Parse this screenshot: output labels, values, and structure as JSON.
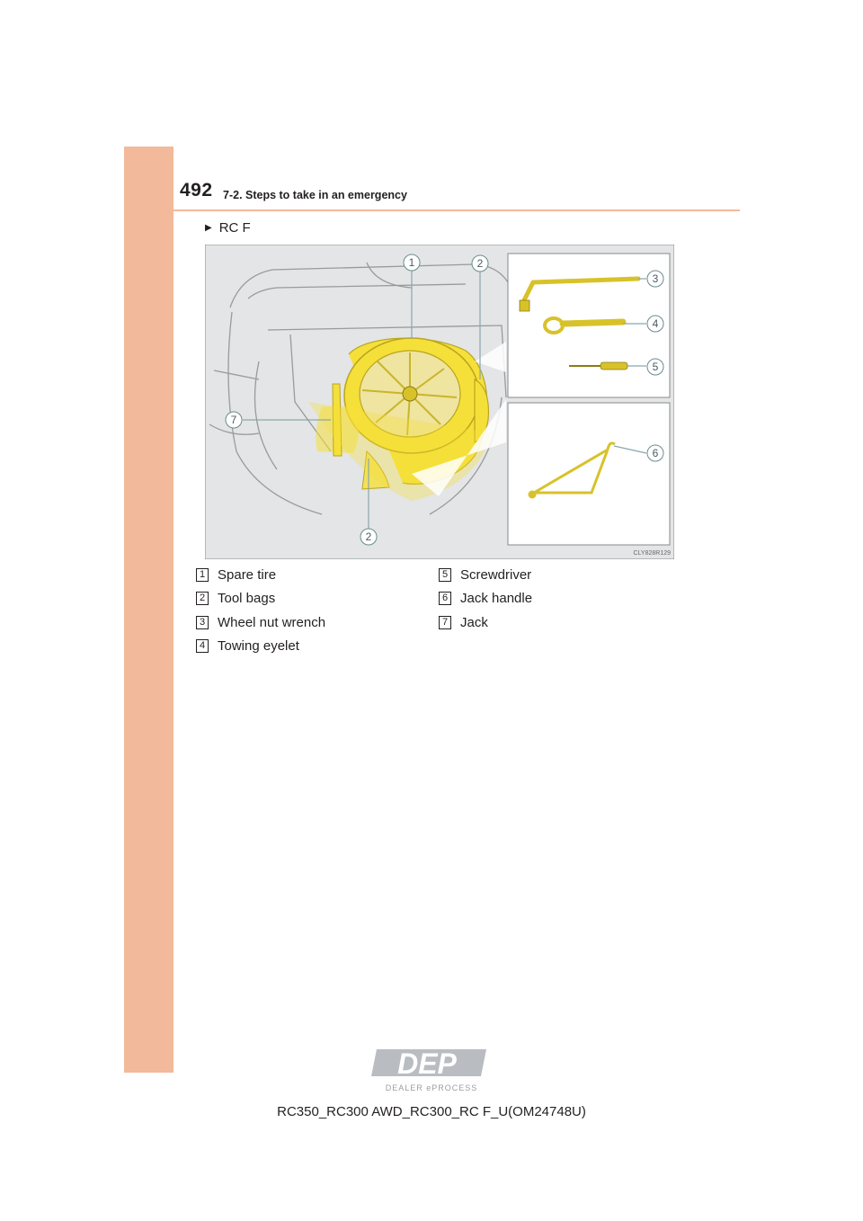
{
  "header": {
    "page_number": "492",
    "section": "7-2. Steps to take in an emergency"
  },
  "variant_label": "RC F",
  "figure": {
    "callouts": [
      "1",
      "2",
      "2",
      "3",
      "4",
      "5",
      "6",
      "7"
    ],
    "figure_code": "CLY828R129"
  },
  "legend": {
    "left": [
      {
        "num": "1",
        "label": "Spare tire"
      },
      {
        "num": "2",
        "label": "Tool bags"
      },
      {
        "num": "3",
        "label": "Wheel nut wrench"
      },
      {
        "num": "4",
        "label": "Towing eyelet"
      }
    ],
    "right": [
      {
        "num": "5",
        "label": "Screwdriver"
      },
      {
        "num": "6",
        "label": "Jack handle"
      },
      {
        "num": "7",
        "label": "Jack"
      }
    ]
  },
  "logo": {
    "main": "DEP",
    "sub": "DEALER ePROCESS"
  },
  "footer": "RC350_RC300 AWD_RC300_RC F_U(OM24748U)",
  "colors": {
    "accent": "#f2b99a",
    "part_yellow": "#f5e03a",
    "figure_bg": "#e3e5e6"
  }
}
